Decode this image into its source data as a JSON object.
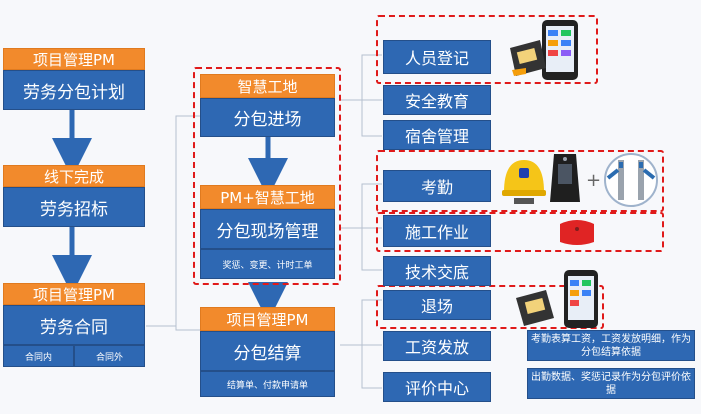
{
  "left": {
    "b1": {
      "header": "项目管理PM",
      "body": "劳务分包计划"
    },
    "b2": {
      "header": "线下完成",
      "body": "劳务招标"
    },
    "b3": {
      "header": "项目管理PM",
      "body": "劳务合同",
      "sub": [
        "合同内",
        "合同外"
      ]
    }
  },
  "middle": {
    "b1": {
      "header": "智慧工地",
      "body": "分包进场"
    },
    "b2": {
      "header": "PM+智慧工地",
      "body": "分包现场管理",
      "sub": "奖惩、变更、计时工单"
    },
    "b3": {
      "header": "项目管理PM",
      "body": "分包结算",
      "sub": "结算单、付款申请单"
    }
  },
  "right": {
    "items": [
      "人员登记",
      "安全教育",
      "宿舍管理",
      "考勤",
      "施工作业",
      "技术交底",
      "退场",
      "工资发放",
      "评价中心"
    ],
    "notes": [
      "考勤表算工资，工资发放明细，作为分包结算依据",
      "出勤数据、奖惩记录作为分包评价依据"
    ]
  },
  "icons": [
    "handheld-terminal-icon",
    "helmet-icon",
    "face-recognition-icon",
    "turnstile-icon",
    "alarm-device-icon"
  ],
  "colors": {
    "orange": "#f28a2c",
    "blue": "#2e68b3",
    "dash": "#e01a1a",
    "arrow": "#2e68b3"
  }
}
